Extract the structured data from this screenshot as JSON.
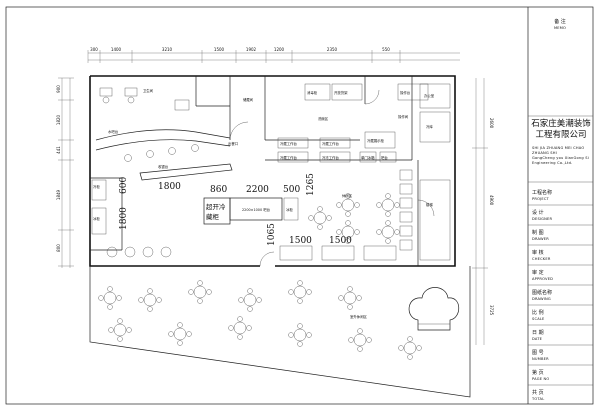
{
  "title_block": {
    "memo_cn": "备 注",
    "memo_en": "MEMO",
    "company_cn_1": "石家庄美潮装饰",
    "company_cn_2": "工程有限公司",
    "company_en": [
      "SHI JIA ZHUANG MEI CHAO",
      "ZHUANG SHI",
      "GongCheng you XianGong Si",
      "Engineering Co.,Ltd."
    ],
    "fields": [
      {
        "cn": "工程名称",
        "en": "PROJECT"
      },
      {
        "cn": "设  计",
        "en": "DESIGNER"
      },
      {
        "cn": "制  图",
        "en": "DRAWER"
      },
      {
        "cn": "审  核",
        "en": "CHECKER"
      },
      {
        "cn": "审  定",
        "en": "APPROVED"
      },
      {
        "cn": "图纸名称",
        "en": "DRAWING"
      },
      {
        "cn": "比  例",
        "en": "SCALE"
      },
      {
        "cn": "日  期",
        "en": "DATE"
      },
      {
        "cn": "图  号",
        "en": "NUMBER"
      },
      {
        "cn": "第  页",
        "en": "PAGE NO"
      },
      {
        "cn": "共  页",
        "en": "TOTAL"
      }
    ]
  },
  "plan": {
    "top_dims": [
      "300",
      "1400",
      "3210",
      "1500",
      "1902",
      "1200",
      "2350",
      "550"
    ],
    "left_dims": [
      "900",
      "1820",
      "441",
      "1849",
      "800"
    ],
    "right_dims": [
      "2600",
      "4900",
      "3725"
    ],
    "rooms": {
      "restroom": "卫生间",
      "storage": "储藏间",
      "water_bar": "水吧台",
      "front_desk": "收银台",
      "cold_cabinet_small": "冷柜",
      "dish_area": "洗碗区",
      "window": "出餐口",
      "dining_area": "休闲区",
      "kitchen_a": "操作间",
      "kitchen_b": "冷库",
      "office": "办公室",
      "stairs": "楼梯",
      "outdoor": "室外休闲区",
      "sink_label": "2200×1000 吧台",
      "fridge_left": "冰柜",
      "fridge_right": "冰柜"
    },
    "equipment": {
      "eq1": "消毒柜",
      "eq2": "开放货架",
      "eq3": "操作台",
      "eq4": "冷藏工作台",
      "eq5": "冷藏工作台",
      "eq6": "冷藏工作台",
      "eq7": "冷冻工作台",
      "eq8": "冷藏展示柜",
      "eq9": "单门冰箱",
      "eq10": "吧台"
    },
    "big_dims": {
      "d1800a": "1800",
      "d1800b": "1800",
      "d600": "600",
      "d860": "860",
      "d2200": "2200",
      "d500": "500",
      "d1265": "1265",
      "d1065": "1065",
      "d1500a": "1500",
      "d1500b": "1500"
    },
    "fridge_label_1": "超开冷",
    "fridge_label_2": "藏柜"
  }
}
